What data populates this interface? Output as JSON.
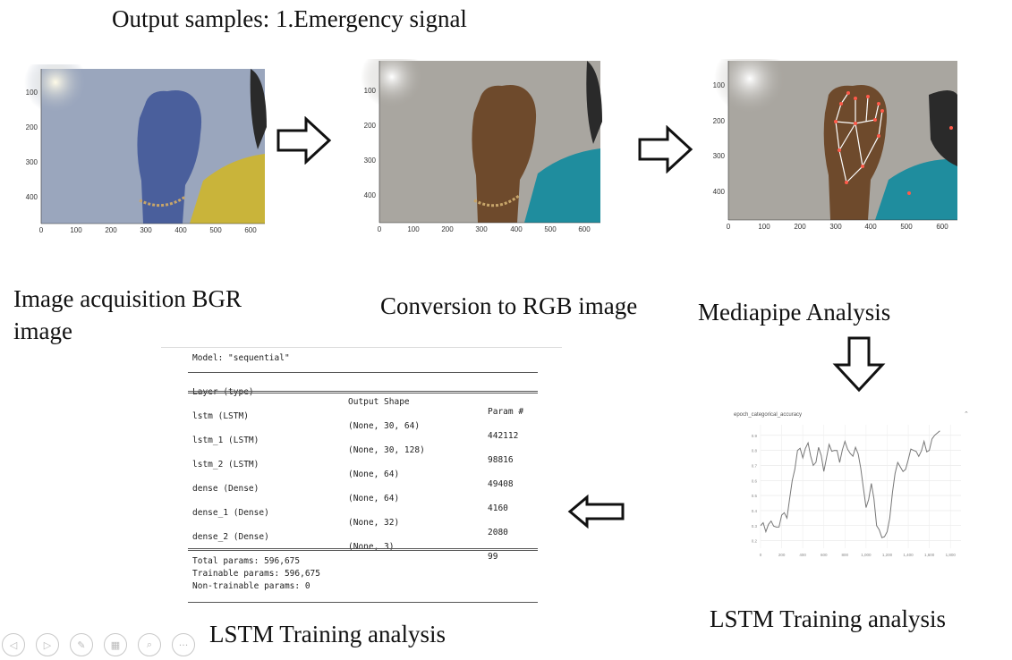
{
  "title": "Output samples: 1.Emergency signal",
  "captions": {
    "stage1": "Image acquisition BGR image",
    "stage2": "Conversion to RGB image",
    "stage3": "Mediapipe Analysis",
    "stage4": "LSTM Training analysis",
    "stage5": "LSTM Training analysis"
  },
  "image_axes": {
    "x_ticks": [
      "0",
      "100",
      "200",
      "300",
      "400",
      "500",
      "600"
    ],
    "y_ticks": [
      "100",
      "200",
      "300",
      "400"
    ]
  },
  "colors": {
    "bgr_background": "#9aa6bd",
    "bgr_hand": "#4a5f9c",
    "bgr_shirt": "#c9b43a",
    "rgb_background": "#a9a6a0",
    "rgb_hand": "#6e4a2c",
    "rgb_shirt": "#1f8d9e",
    "landmark": "#ff5a4a",
    "accuracy_line": "#777777"
  },
  "model_summary": {
    "model_line": "Model: \"sequential\"",
    "header": {
      "layer": "Layer (type)",
      "shape": "Output Shape",
      "params": "Param #"
    },
    "layers": [
      {
        "layer": "lstm (LSTM)",
        "shape": "(None, 30, 64)",
        "params": "442112"
      },
      {
        "layer": "lstm_1 (LSTM)",
        "shape": "(None, 30, 128)",
        "params": "98816"
      },
      {
        "layer": "lstm_2 (LSTM)",
        "shape": "(None, 64)",
        "params": "49408"
      },
      {
        "layer": "dense (Dense)",
        "shape": "(None, 64)",
        "params": "4160"
      },
      {
        "layer": "dense_1 (Dense)",
        "shape": "(None, 32)",
        "params": "2080"
      },
      {
        "layer": "dense_2 (Dense)",
        "shape": "(None, 3)",
        "params": "99"
      }
    ],
    "total": "Total params: 596,675",
    "trainable": "Trainable params: 596,675",
    "non_trainable": "Non-trainable params: 0"
  },
  "chart_data": {
    "type": "line",
    "title": "epoch_categorical_accuracy",
    "x_ticks": [
      0,
      200,
      400,
      600,
      800,
      1000,
      1200,
      1400,
      1600,
      1800
    ],
    "y_ticks": [
      0.2,
      0.3,
      0.4,
      0.5,
      0.6,
      0.7,
      0.8,
      0.9
    ],
    "xlim": [
      0,
      1900
    ],
    "ylim": [
      0.15,
      0.97
    ],
    "series": [
      {
        "x": [
          0,
          50,
          100,
          150,
          200,
          250,
          300,
          350,
          400,
          450,
          500,
          550,
          600,
          650,
          700,
          750,
          800,
          850,
          900,
          950,
          1000,
          1050,
          1100,
          1150,
          1200,
          1250,
          1300,
          1350,
          1400,
          1450,
          1500,
          1550,
          1600,
          1650,
          1700
        ],
        "values": [
          0.3,
          0.26,
          0.33,
          0.29,
          0.37,
          0.35,
          0.6,
          0.8,
          0.75,
          0.85,
          0.7,
          0.82,
          0.66,
          0.84,
          0.8,
          0.72,
          0.86,
          0.78,
          0.82,
          0.68,
          0.42,
          0.58,
          0.3,
          0.22,
          0.26,
          0.52,
          0.72,
          0.66,
          0.74,
          0.8,
          0.76,
          0.86,
          0.8,
          0.9,
          0.93
        ]
      }
    ]
  },
  "nav_icons": [
    "prev-icon",
    "next-icon",
    "pen-icon",
    "slides-icon",
    "zoom-icon",
    "more-icon"
  ]
}
